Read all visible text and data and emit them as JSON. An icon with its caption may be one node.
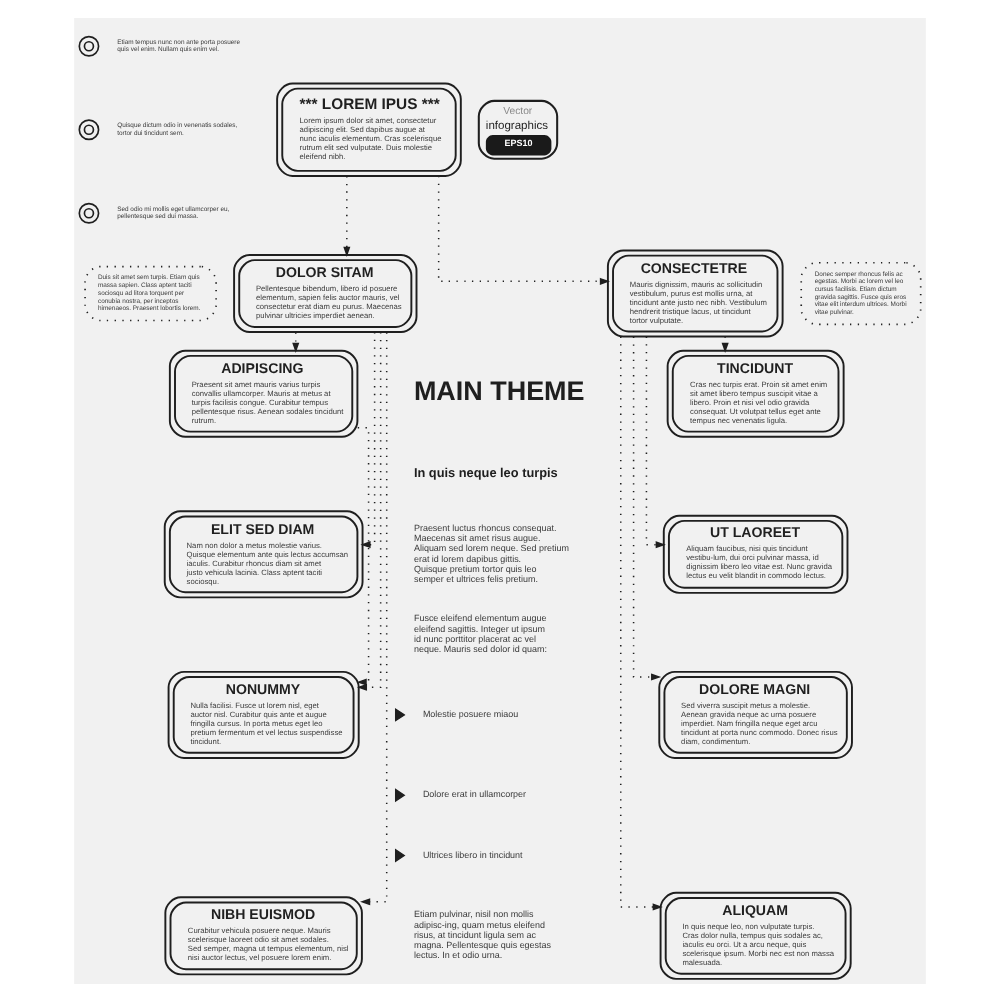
{
  "diagram": {
    "nodes": [
      {
        "text": [
          "*** LOREM IPUS ***",
          "Lorem ipsum dolor sit amet, consectetur adipiscing elit. Sed dapibus augue at nunc iaculis elementum. Cras scelerisque rutrum elit sed vulputate. Duis molestie eleifend nibh."
        ]
      },
      {
        "text": [
          "Vector",
          "infographics",
          "EPS10"
        ]
      },
      {
        "text": [
          "Duis sit amet sem turpis. Etiam quis massa sapien. Class aptent taciti sociosqu ad litora torquent per conubia nostra, per inceptos himenaeos. Praesent lobortis lorem."
        ]
      },
      {
        "text": [
          "DOLOR SITAM",
          "Pellentesque bibendum, libero id posuere elementum, sapien felis auctor mauris, vel consectetur erat diam eu purus. Maecenas pulvinar ultricies imperdiet aenean."
        ]
      },
      {
        "text": [
          "CONSECTETRE",
          "Mauris dignissim, mauris ac sollicitudin vestibulum, purus est mollis urna, at tincidunt ante justo nec nibh. Vestibulum hendrerit tristique lacus, ut tincidunt tortor vulputate."
        ]
      },
      {
        "text": [
          "Donec semper rhoncus felis ac egestas. Morbi ac lorem vel leo cursus facilisis. Etiam dictum gravida sagittis. Fusce quis eros vitae elit interdum ultrices. Morbi vitae pulvinar."
        ]
      },
      {
        "text": [
          "ADIPISCING",
          "Praesent sit amet mauris varius turpis convallis ullamcorper. Mauris at metus at turpis facilisis congue. Curabitur tempus pellentesque risus. Aenean sodales tincidunt rutrum."
        ]
      },
      {
        "text": [
          "TINCIDUNT",
          "Cras nec turpis erat. Proin sit amet enim sit amet libero tempus suscipit vitae a libero. Proin et nisi vel odio gravida consequat. Ut volutpat tellus eget ante tempus nec venenatis ligula."
        ]
      },
      {
        "text": [
          "ELIT SED DIAM",
          "Nam non dolor a metus molestie varius. Quisque elementum ante quis lectus accumsan iaculis. Curabitur rhoncus diam sit amet justo vehicula lacinia. Class aptent taciti sociosqu."
        ]
      },
      {
        "text": [
          "UT LAOREET",
          "Aliquam faucibus, nisi quis tincidunt vestibu-lum, dui orci pulvinar massa, id dignissim libero leo vitae est. Nunc gravida lectus eu velit blandit in commodo lectus."
        ]
      },
      {
        "text": [
          "NONUMMY",
          "Nulla facilisi. Fusce ut lorem nisl, eget auctor nisl. Curabitur quis ante et augue fringilla cursus. In porta metus eget leo pretium fermentum et vel lectus suspendisse tincidunt."
        ]
      },
      {
        "text": [
          "DOLORE MAGNI",
          "Sed viverra suscipit metus a molestie. Aenean gravida neque ac urna posuere imperdiet. Nam fringilla neque eget arcu tincidunt at porta nunc commodo. Donec risus diam, condimentum."
        ]
      },
      {
        "text": [
          "NIBH EUISMOD",
          "Curabitur vehicula posuere neque. Mauris scelerisque laoreet odio sit amet sodales. Sed semper, magna ut tempus elementum, nisl nisi auctor lectus, vel posuere lorem enim."
        ]
      },
      {
        "text": [
          "ALIQUAM",
          "In quis neque leo, non vulputate turpis. Cras dolor nulla, tempus quis sodales ac, iaculis eu orci. Ut a arcu neque, quis scelerisque ipsum. Morbi nec est non massa malesuada."
        ]
      }
    ],
    "edges": [
      {
        "from": 0,
        "to": 3,
        "arrow": "to"
      },
      {
        "from": 0,
        "to": 4,
        "arrow": "to"
      },
      {
        "from": 3,
        "to": 6,
        "arrow": "to"
      },
      {
        "from": 3,
        "to": 8,
        "arrow": "to"
      },
      {
        "from": 3,
        "to": 10,
        "arrow": "to"
      },
      {
        "from": 3,
        "to": 12,
        "arrow": "to"
      },
      {
        "from": 4,
        "to": 7,
        "arrow": "to"
      },
      {
        "from": 4,
        "to": 9,
        "arrow": "to"
      },
      {
        "from": 4,
        "to": 11,
        "arrow": "to"
      },
      {
        "from": 4,
        "to": 13,
        "arrow": "to"
      },
      {
        "from": 6,
        "to": 10,
        "arrow": "to"
      }
    ],
    "labels": [
      "Etiam tempus nunc non ante porta posuere quis vel enim. Nullam quis enim vel.",
      "Quisque dictum odio in venenatis sodales, tortor dui tincidunt sem.",
      "Sed odio mi mollis eget ullamcorper eu, pellentesque sed dui massa.",
      "MAIN THEME",
      "In quis neque leo turpis",
      "Praesent luctus rhoncus consequat. Maecenas sit amet risus augue. Aliquam sed lorem neque. Sed pretium erat id lorem dapibus gittis. Quisque pretium tortor quis leo semper et ultrices felis pretium.",
      "Fusce eleifend elementum augue eleifend sagittis. Integer ut ipsum id nunc porttitor placerat ac vel neque. Mauris sed dolor id quam:",
      "Molestie posuere miaou",
      "Dolore erat in ullamcorper",
      "Ultrices libero in tincidunt",
      "Etiam pulvinar, nisil non mollis adipisc-ing, quam metus eleifend risus, at tincidunt ligula sem ac magna. Pellentesque quis egestas lectus. In et odio urna."
    ]
  }
}
